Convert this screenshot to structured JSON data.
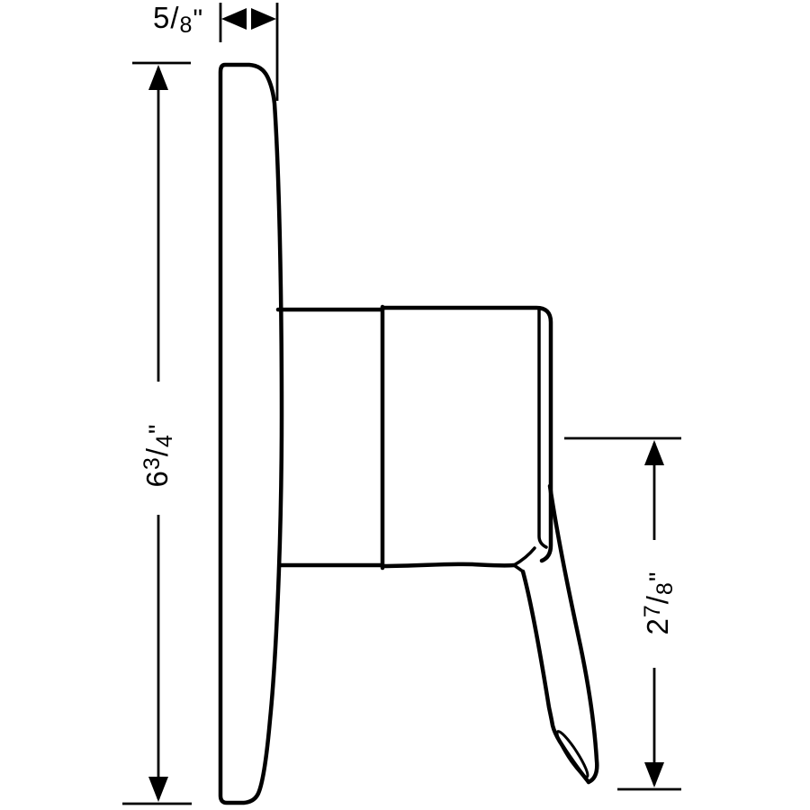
{
  "colors": {
    "line": "#000000",
    "background": "#ffffff"
  },
  "dimensions": {
    "depth": {
      "main": "5",
      "sup": "",
      "slash": "/",
      "sub": "8",
      "unit": "\"",
      "full": "5/8\""
    },
    "height": {
      "main": "6",
      "sup": "3",
      "slash": "/",
      "sub": "4",
      "unit": "\"",
      "full": "6 3/4\""
    },
    "lever": {
      "main": "2",
      "sup": "7",
      "slash": "/",
      "sub": "8",
      "unit": "\"",
      "full": "2 7/8\""
    }
  }
}
